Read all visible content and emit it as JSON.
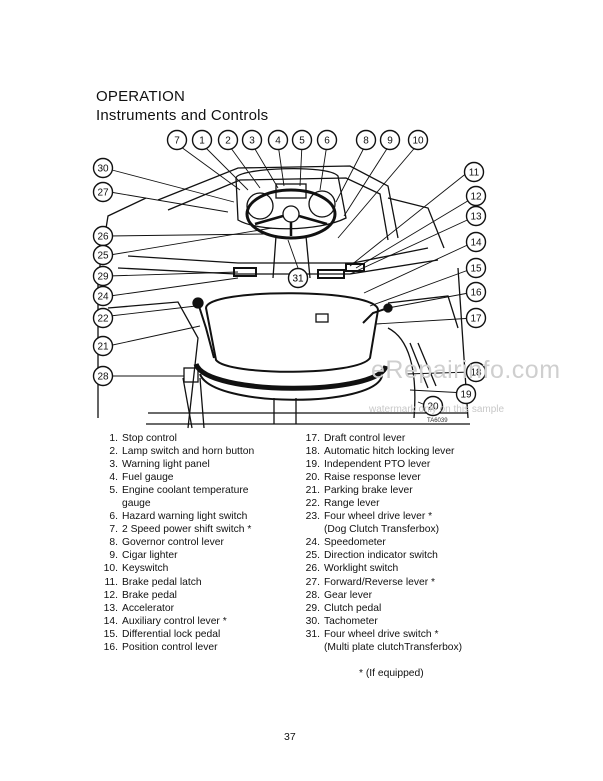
{
  "header": {
    "section": "OPERATION",
    "subtitle": "Instruments and Controls"
  },
  "figure": {
    "code": "TA6039",
    "callouts_top": [
      "7",
      "1",
      "2",
      "3",
      "4",
      "5",
      "6",
      "8",
      "9",
      "10"
    ],
    "callouts_left": [
      "30",
      "27",
      "26",
      "25",
      "29",
      "24",
      "22",
      "21",
      "28"
    ],
    "callouts_right": [
      "11",
      "12",
      "13",
      "14",
      "15",
      "16",
      "17",
      "18",
      "19",
      "20"
    ],
    "callout_center": "31"
  },
  "legend": {
    "left": [
      {
        "num": "1.",
        "text": "Stop control"
      },
      {
        "num": "2.",
        "text": "Lamp switch and horn button"
      },
      {
        "num": "3.",
        "text": "Warning light panel"
      },
      {
        "num": "4.",
        "text": "Fuel gauge"
      },
      {
        "num": "5.",
        "text": "Engine coolant temperature"
      },
      {
        "num": "",
        "text": "gauge"
      },
      {
        "num": "6.",
        "text": "Hazard warning light switch"
      },
      {
        "num": "7.",
        "text": "2 Speed power shift switch *"
      },
      {
        "num": "8.",
        "text": "Governor control lever"
      },
      {
        "num": "9.",
        "text": "Cigar lighter"
      },
      {
        "num": "10.",
        "text": "Keyswitch"
      },
      {
        "num": "11.",
        "text": "Brake pedal latch"
      },
      {
        "num": "12.",
        "text": "Brake pedal"
      },
      {
        "num": "13.",
        "text": "Accelerator"
      },
      {
        "num": "14.",
        "text": "Auxiliary control lever *"
      },
      {
        "num": "15.",
        "text": "Differential lock pedal"
      },
      {
        "num": "16.",
        "text": "Position control lever"
      }
    ],
    "right": [
      {
        "num": "17.",
        "text": "Draft control lever"
      },
      {
        "num": "18.",
        "text": "Automatic hitch locking lever"
      },
      {
        "num": "19.",
        "text": "Independent PTO lever"
      },
      {
        "num": "20.",
        "text": "Raise response lever"
      },
      {
        "num": "21.",
        "text": "Parking brake lever"
      },
      {
        "num": "22.",
        "text": "Range lever"
      },
      {
        "num": "23.",
        "text": "Four wheel drive lever *"
      },
      {
        "num": "",
        "text": "(Dog Clutch Transferbox)"
      },
      {
        "num": "24.",
        "text": "Speedometer"
      },
      {
        "num": "25.",
        "text": "Direction indicator switch"
      },
      {
        "num": "26.",
        "text": "Worklight switch"
      },
      {
        "num": "27.",
        "text": "Forward/Reverse lever *"
      },
      {
        "num": "28.",
        "text": "Gear lever"
      },
      {
        "num": "29.",
        "text": "Clutch pedal"
      },
      {
        "num": "30.",
        "text": "Tachometer"
      },
      {
        "num": "31.",
        "text": "Four wheel drive switch *"
      },
      {
        "num": "",
        "text": "(Multi plate clutchTransferbox)"
      }
    ]
  },
  "note": "* (If equipped)",
  "page_number": "37",
  "watermark": {
    "main": "eRepairinfo.com",
    "sub": "watermark only on this sample"
  }
}
